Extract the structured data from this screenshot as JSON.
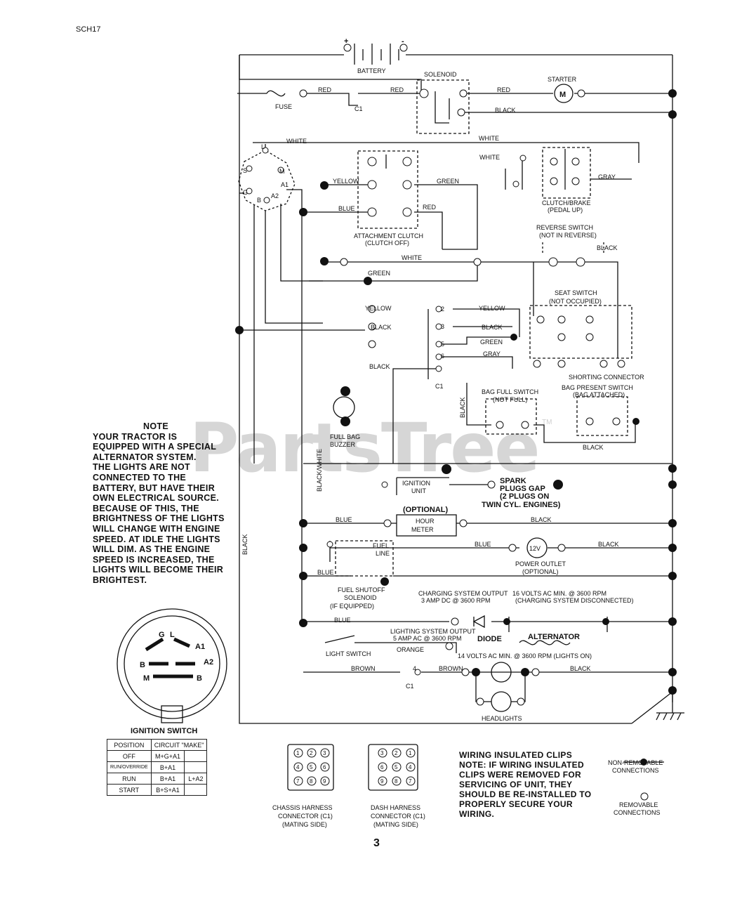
{
  "doc_id": "SCH17",
  "watermark": "PartsTree",
  "watermark_tm": "TM",
  "page_number": "3",
  "components": {
    "battery": "BATTERY",
    "battery_plus": "+",
    "battery_minus": "-",
    "solenoid": "SOLENOID",
    "starter": "STARTER",
    "starter_symbol": "M",
    "fuse": "FUSE",
    "c1": "C1",
    "clutch_brake": "CLUTCH/BRAKE",
    "clutch_brake_sub": "(PEDAL UP)",
    "attachment_clutch": "ATTACHMENT CLUTCH",
    "attachment_clutch_sub": "(CLUTCH OFF)",
    "reverse_switch": "REVERSE SWITCH",
    "reverse_switch_sub": "(NOT IN REVERSE)",
    "seat_switch": "SEAT SWITCH",
    "seat_switch_sub": "(NOT OCCUPIED)",
    "shorting_connector": "SHORTING CONNECTOR",
    "bag_present_switch": "BAG PRESENT SWITCH",
    "bag_present_switch_sub": "(BAG ATTACHED)",
    "bag_full_switch": "BAG FULL SWITCH",
    "bag_full_switch_sub": "(NOT FULL)",
    "full_bag_buzzer": "FULL BAG",
    "full_bag_buzzer_sub": "BUZZER",
    "ignition_unit": "IGNITION",
    "ignition_unit_sub": "UNIT",
    "spark_plugs_gap": "SPARK",
    "spark_plugs_gap_2": "PLUGS GAP",
    "spark_plugs_gap_3": "(2 PLUGS ON",
    "spark_plugs_gap_4": "TWIN CYL. ENGINES)",
    "optional": "(OPTIONAL)",
    "hour_meter": "HOUR",
    "hour_meter_sub": "METER",
    "power_outlet": "POWER OUTLET",
    "power_outlet_sub": "(OPTIONAL)",
    "power_outlet_symbol": "12V",
    "fuel_line": "FUEL",
    "fuel_line_sub": "LINE",
    "fuel_shutoff": "FUEL SHUTOFF",
    "fuel_shutoff_2": "SOLENOID",
    "fuel_shutoff_3": "(IF EQUIPPED)",
    "charging_output": "CHARGING SYSTEM OUTPUT",
    "charging_output_2": "3 AMP DC @ 3600 RPM",
    "seventeen_v": "16 VOLTS AC MIN. @ 3600 RPM",
    "seventeen_v_2": "(CHARGING SYSTEM DISCONNECTED)",
    "diode": "DIODE",
    "alternator": "ALTERNATOR",
    "lighting_output": "LIGHTING SYSTEM OUTPUT",
    "lighting_output_2": "5 AMP AC @ 3600 RPM",
    "light_switch": "LIGHT SWITCH",
    "fourteen_v": "14 VOLTS AC MIN. @ 3600 RPM (LIGHTS ON)",
    "headlights": "HEADLIGHTS",
    "ignition_switch": "IGNITION SWITCH",
    "chassis_harness": "CHASSIS HARNESS",
    "chassis_harness_2": "CONNECTOR (C1)",
    "chassis_harness_3": "(MATING SIDE)",
    "dash_harness": "DASH HARNESS",
    "dash_harness_2": "CONNECTOR (C1)",
    "dash_harness_3": "(MATING SIDE)",
    "non_removable": "NON-REMOVABLE",
    "non_removable_2": "CONNECTIONS",
    "removable": "REMOVABLE",
    "removable_2": "CONNECTIONS"
  },
  "wire_labels": {
    "red": "RED",
    "black": "BLACK",
    "white": "WHITE",
    "yellow": "YELLOW",
    "green": "GREEN",
    "blue": "BLUE",
    "gray": "GRAY",
    "brown": "BROWN",
    "orange": "ORANGE",
    "black_white": "BLACK/WHITE"
  },
  "ignition_terminals": [
    "G",
    "L",
    "A1",
    "A2",
    "B",
    "M",
    "S"
  ],
  "ignition_diagram_terminals": [
    "G",
    "L",
    "A1",
    "A2",
    "B",
    "M",
    "B"
  ],
  "note": {
    "title": "NOTE",
    "lines": [
      "YOUR TRACTOR IS",
      "EQUIPPED WITH A SPECIAL",
      "ALTERNATOR SYSTEM.",
      "THE LIGHTS ARE NOT",
      "CONNECTED TO THE",
      "BATTERY, BUT HAVE THEIR",
      "OWN ELECTRICAL SOURCE.",
      "BECAUSE OF THIS, THE",
      "BRIGHTNESS OF THE LIGHTS",
      "WILL CHANGE WITH ENGINE",
      "SPEED.  AT IDLE THE LIGHTS",
      "WILL DIM.  AS THE ENGINE",
      "SPEED IS INCREASED,  THE",
      "LIGHTS WILL BECOME THEIR",
      "BRIGHTEST."
    ]
  },
  "switch_table": {
    "headers": [
      "POSITION",
      "CIRCUIT  \"MAKE\"",
      ""
    ],
    "rows": [
      [
        "OFF",
        "M+G+A1",
        ""
      ],
      [
        "RUN/OVERRIDE",
        "B+A1",
        ""
      ],
      [
        "RUN",
        "B+A1",
        "L+A2"
      ],
      [
        "START",
        "B+S+A1",
        ""
      ]
    ]
  },
  "wiring_note": {
    "lines": [
      "WIRING INSULATED CLIPS",
      "NOTE: IF WIRING INSULATED",
      "CLIPS WERE REMOVED FOR",
      "SERVICING OF UNIT, THEY",
      "SHOULD BE RE-INSTALLED TO",
      "PROPERLY SECURE YOUR",
      "WIRING."
    ]
  },
  "connector_pins": [
    "1",
    "2",
    "3",
    "4",
    "5",
    "6",
    "7",
    "8",
    "9"
  ],
  "c1_pin_labels": [
    "2",
    "3",
    "5",
    "6",
    "4"
  ]
}
